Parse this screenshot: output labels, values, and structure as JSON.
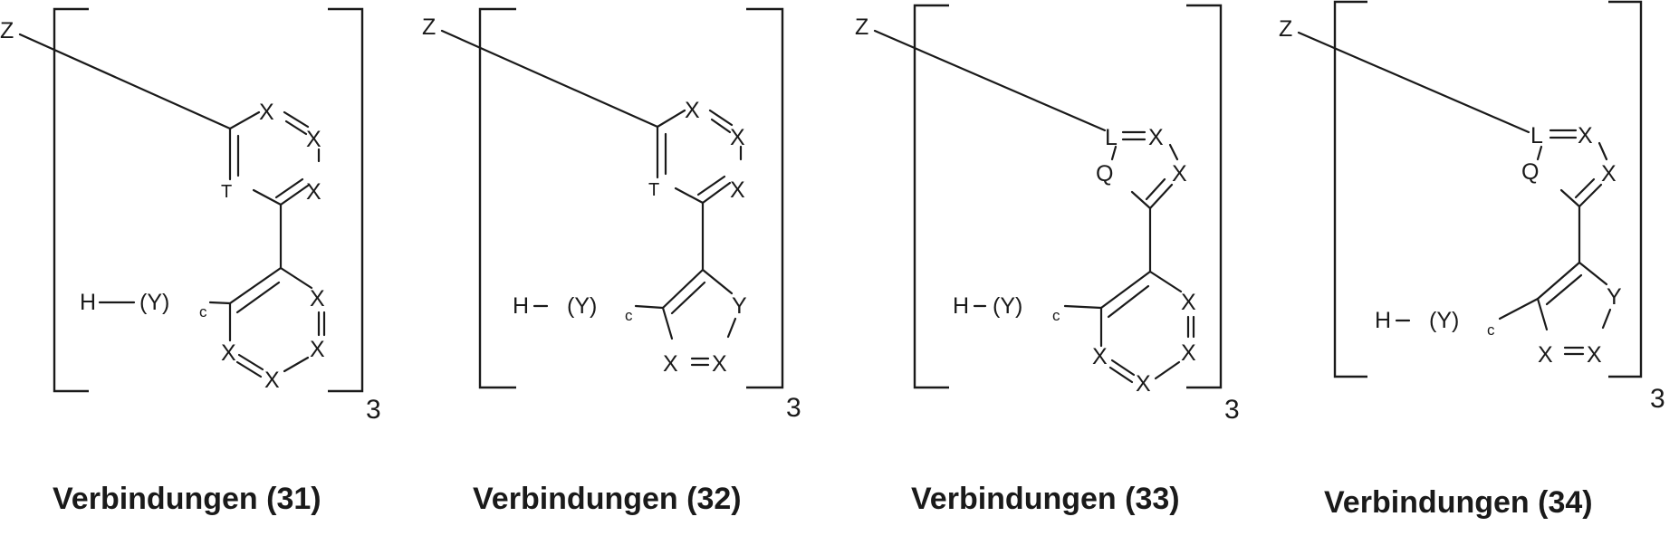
{
  "compounds": [
    {
      "caption": "Verbindungen (31)",
      "multiplier": "3",
      "atoms": {
        "z": "Z",
        "x1": "X",
        "x2": "X",
        "x3": "X",
        "t": "T",
        "x4": "X",
        "x5": "X",
        "x6": "X",
        "x7": "X",
        "h": "H",
        "y": "(Y)",
        "c": "c"
      }
    },
    {
      "caption": "Verbindungen (32)",
      "multiplier": "3",
      "atoms": {
        "z": "Z",
        "x1": "X",
        "x2": "X",
        "x3": "X",
        "t": "T",
        "y1": "Y",
        "x4": "X",
        "x5": "X",
        "h": "H",
        "y": "(Y)",
        "c": "c"
      }
    },
    {
      "caption": "Verbindungen (33)",
      "multiplier": "3",
      "atoms": {
        "z": "Z",
        "l": "L",
        "x1": "X",
        "q": "Q",
        "x2": "X",
        "x3": "X",
        "x4": "X",
        "x5": "X",
        "x6": "X",
        "h": "H",
        "y": "(Y)",
        "c": "c"
      }
    },
    {
      "caption": "Verbindungen (34)",
      "multiplier": "3",
      "atoms": {
        "z": "Z",
        "l": "L",
        "x1": "X",
        "q": "Q",
        "x2": "X",
        "y1": "Y",
        "x3": "X",
        "x4": "X",
        "h": "H",
        "y": "(Y)",
        "c": "c"
      }
    }
  ]
}
